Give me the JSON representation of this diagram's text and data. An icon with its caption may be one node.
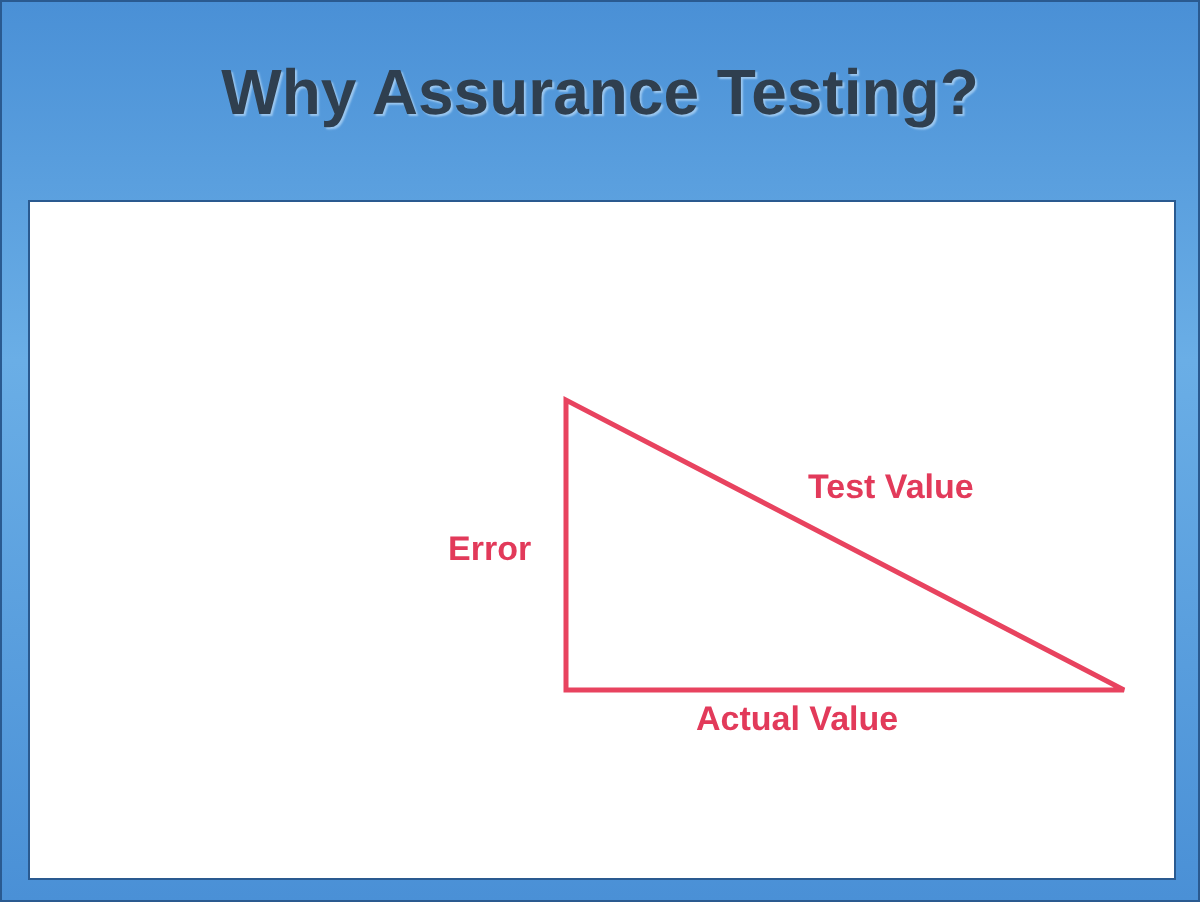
{
  "diagram": {
    "title": "Why Assurance Testing?",
    "labels": [
      "Error",
      "Test Value",
      "Actual Value"
    ]
  }
}
